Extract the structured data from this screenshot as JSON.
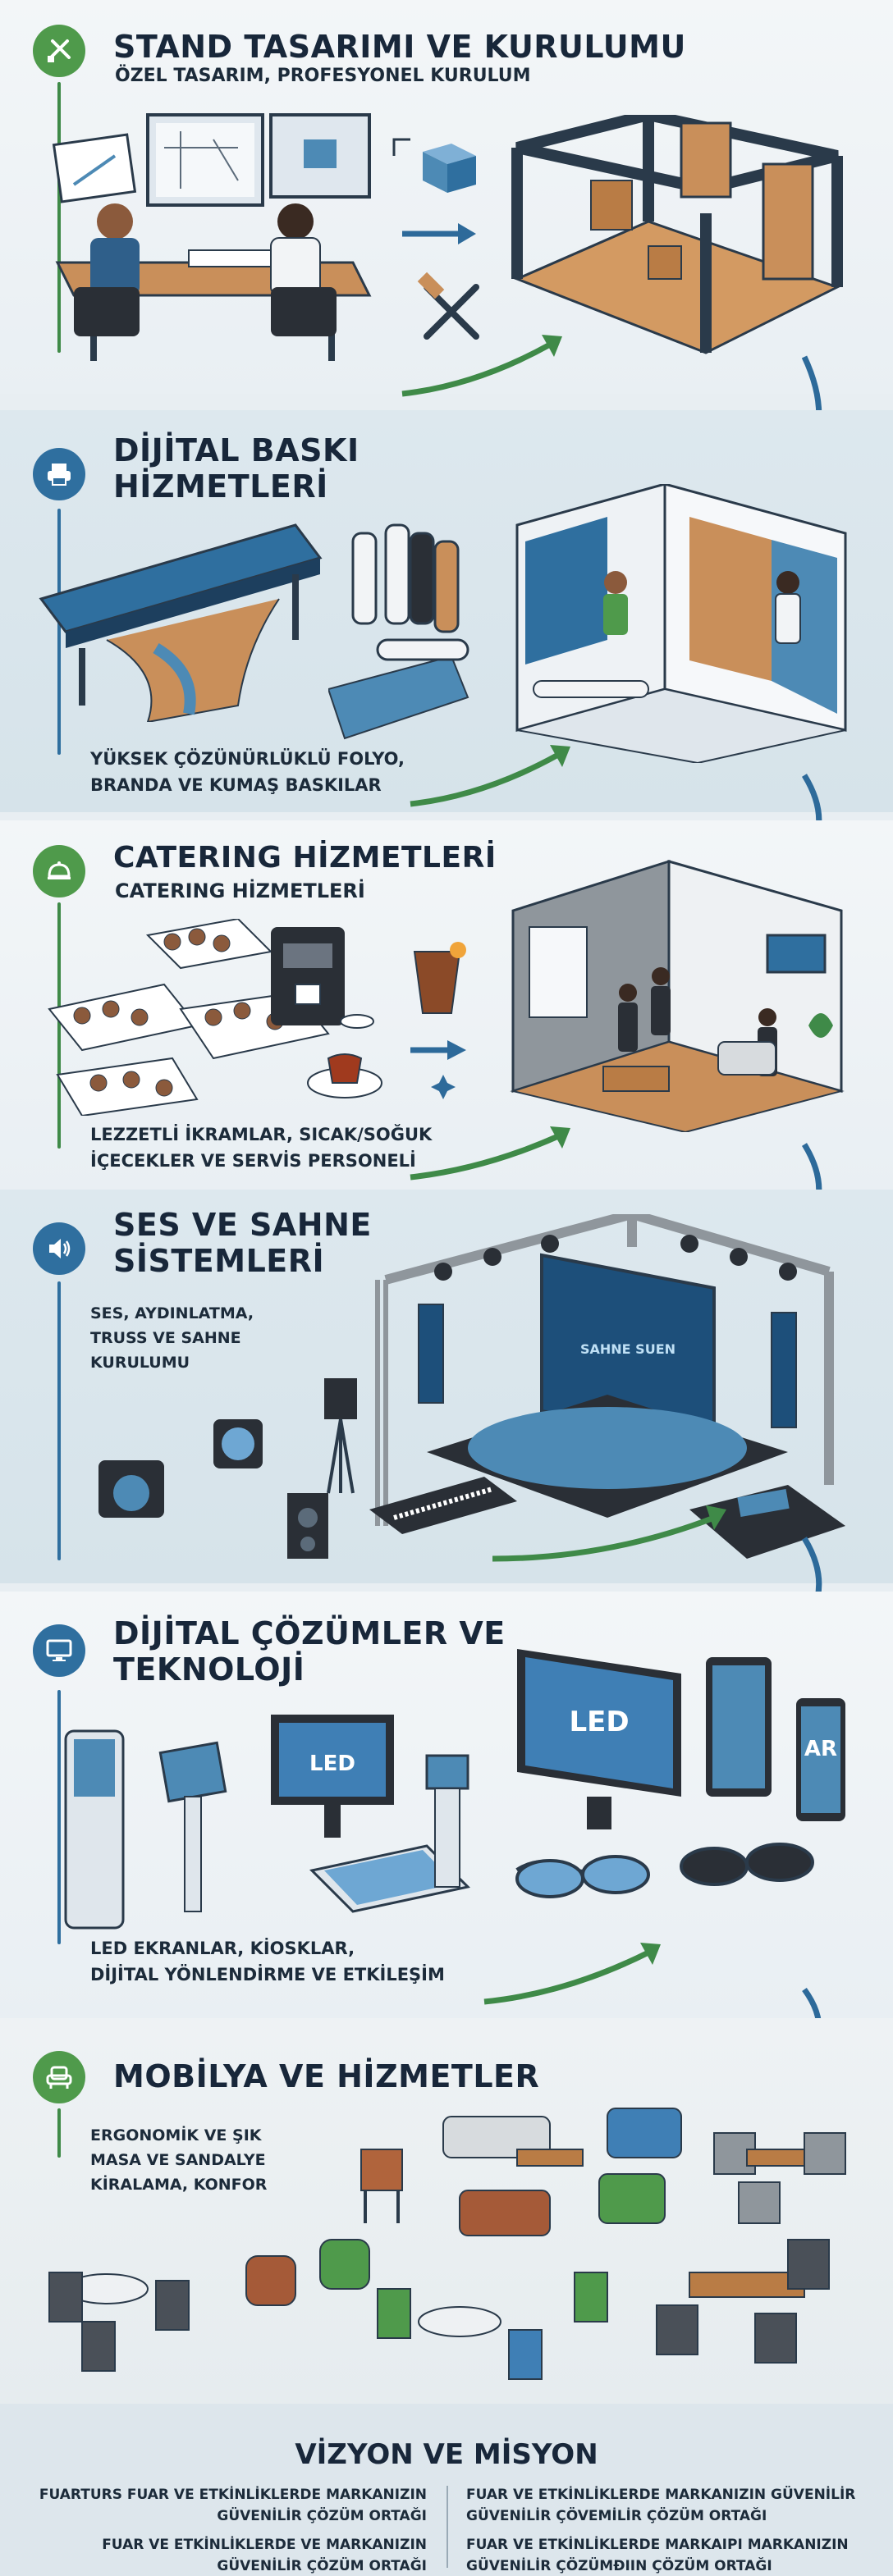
{
  "sections": [
    {
      "title": "STAND TASARIMI VE KURULUMU",
      "subtitle": "ÖZEL TASARIM, PROFESYONEL KURULUM",
      "icon": "pencil-ruler-icon"
    },
    {
      "title_line1": "DİJİTAL BASKI",
      "title_line2": "HİZMETLERİ",
      "desc_line1": "YÜKSEK ÇÖZÜNÜRLÜKLÜ FOLYO,",
      "desc_line2": "BRANDA VE KUMAŞ BASKILAR",
      "icon": "printer-icon"
    },
    {
      "title": "CATERING HİZMETLERİ",
      "subtitle": "CATERING HİZMETLERİ",
      "desc_line1": "LEZZETLİ İKRAMLAR, SICAK/SOĞUK",
      "desc_line2": "İÇECEKLER VE SERVİS PERSONELİ",
      "icon": "cloche-icon"
    },
    {
      "title_line1": "SES VE SAHNE",
      "title_line2": "SİSTEMLERİ",
      "desc_line1": "SES, AYDINLATMA,",
      "desc_line2": "TRUSS VE SAHNE",
      "desc_line3": "KURULUMU",
      "stage_screen_text": "SAHNE SUEN",
      "icon": "speaker-icon"
    },
    {
      "title_line1": "DİJİTAL ÇÖZÜMLER VE",
      "title_line2": "TEKNOLOJİ",
      "desc_line1": "LED EKRANLAR, KİOSKLAR,",
      "desc_line2": "DİJİTAL YÖNLENDİRME VE ETKİLEŞİM",
      "screen_led_1": "LED",
      "screen_led_2": "LED",
      "screen_ar": "AR",
      "icon": "monitor-icon"
    },
    {
      "title": "MOBİLYA VE HİZMETLER",
      "desc_line1": "ERGONOMİK VE ŞIK",
      "desc_line2": "MASA VE SANDALYE",
      "desc_line3": "KİRALAMA, KONFOR",
      "icon": "armchair-icon"
    }
  ],
  "footer": {
    "title": "VİZYON VE MİSYON",
    "left_p1_line1": "FUARTURS FUAR VE ETKİNLİKLERDE MARKANIZIN",
    "left_p1_line2": "GÜVENİLİR ÇÖZÜM ORTAĞI",
    "left_p2_line1": "FUAR VE ETKİNLİKLERDE VE MARKANIZIN",
    "left_p2_line2": "GÜVENİLİR ÇÖZÜM ORTAĞI",
    "right_p1_line1": "FUAR VE ETKİNLİKLERDE MARKANIZIN GÜVENİLİR",
    "right_p1_line2": "GÜVENİLİR ÇÖVEMİLİR ÇÖZÜM ORTAĞI",
    "right_p2_line1": "FUAR VE ETKİNLİKLERDE MARKAIPI MARKANIZIN",
    "right_p2_line2": "GÜVENİLİR ÇÖZÜMÐIIN ÇÖZÜM ORTAĞI"
  },
  "colors": {
    "accent_green": "#4f9a4b",
    "accent_blue": "#2f6f9f",
    "arrow_blue": "#2d6a9a",
    "text_dark": "#18273a"
  }
}
